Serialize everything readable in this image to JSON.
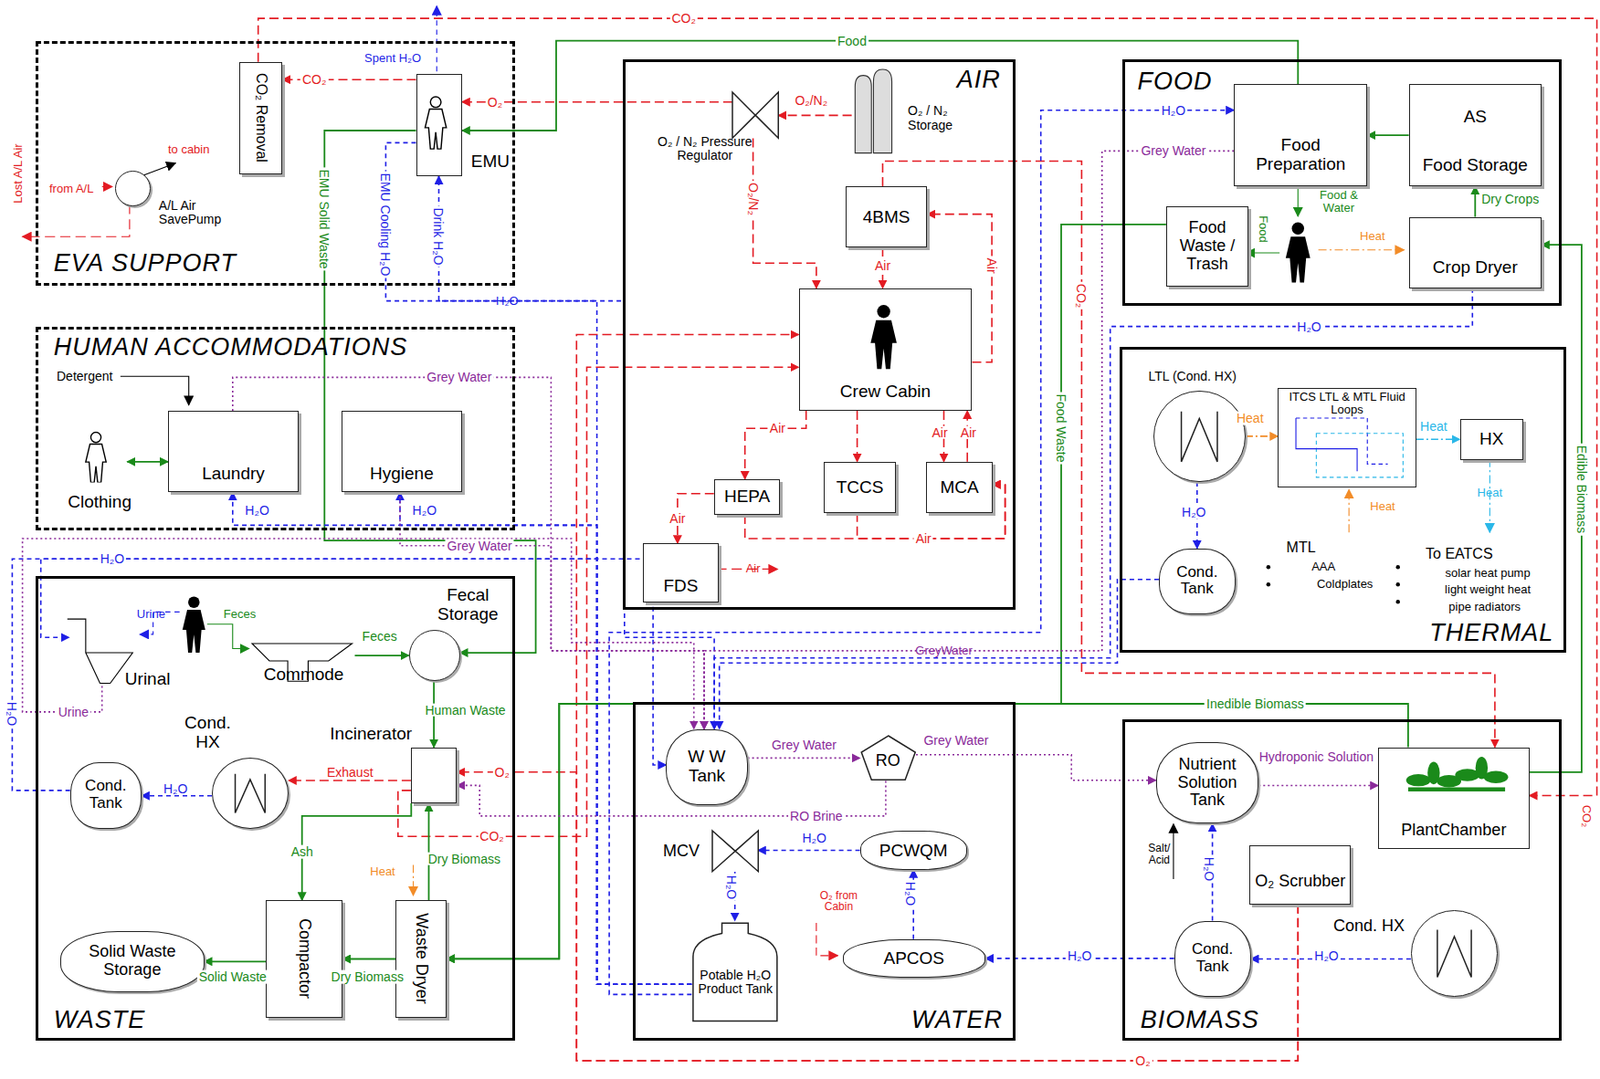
{
  "diagram": {
    "nodes": [
      {
        "text": [
          "EVA SUPPORT"
        ]
      },
      {
        "text": [
          "HUMAN ACCOMMODATIONS"
        ]
      },
      {
        "text": [
          "WASTE"
        ]
      },
      {
        "text": [
          "AIR"
        ]
      },
      {
        "text": [
          "FOOD"
        ]
      },
      {
        "text": [
          "THERMAL"
        ]
      },
      {
        "text": [
          "WATER"
        ]
      },
      {
        "text": [
          "BIOMASS"
        ]
      },
      {
        "text": [
          "CO₂ Removal"
        ],
        "in": 0
      },
      {
        "text": [
          "EMU"
        ],
        "in": 0
      },
      {
        "text": [
          "A/L Air SavePump"
        ],
        "in": 0
      },
      {
        "text": [
          "O₂ / N₂ Storage"
        ],
        "in": 3
      },
      {
        "text": [
          "O₂ / N₂ Pressure Regulator"
        ],
        "in": 3
      },
      {
        "text": [
          "4BMS"
        ],
        "in": 3
      },
      {
        "text": [
          "Crew Cabin"
        ],
        "in": 3
      },
      {
        "text": [
          "HEPA"
        ],
        "in": 3
      },
      {
        "text": [
          "TCCS"
        ],
        "in": 3
      },
      {
        "text": [
          "MCA"
        ],
        "in": 3
      },
      {
        "text": [
          "FDS"
        ],
        "in": 3
      },
      {
        "text": [
          "Food Preparation"
        ],
        "in": 4
      },
      {
        "text": [
          "AS",
          "Food Storage"
        ],
        "in": 4
      },
      {
        "text": [
          "Food Waste / Trash"
        ],
        "in": 4
      },
      {
        "text": [
          "Crop Dryer"
        ],
        "in": 4
      },
      {
        "text": [
          "LTL (Cond. HX)"
        ],
        "in": 5
      },
      {
        "text": [
          "ITCS LTL & MTL Fluid Loops"
        ],
        "in": 5
      },
      {
        "text": [
          "HX"
        ],
        "in": 5
      },
      {
        "text": [
          "Cond. Tank"
        ],
        "in": 5
      },
      {
        "text": [
          "Laundry"
        ],
        "in": 1
      },
      {
        "text": [
          "Hygiene"
        ],
        "in": 1
      },
      {
        "text": [
          "Clothing"
        ],
        "in": 1
      },
      {
        "text": [
          "Urinal"
        ],
        "in": 2
      },
      {
        "text": [
          "Commode"
        ],
        "in": 2
      },
      {
        "text": [
          "Fecal Storage"
        ],
        "in": 2
      },
      {
        "text": [
          "Incinerator"
        ],
        "in": 2
      },
      {
        "text": [
          "Cond. HX"
        ],
        "in": 2
      },
      {
        "text": [
          "Cond. Tank"
        ],
        "in": 2
      },
      {
        "text": [
          "Compactor"
        ],
        "in": 2
      },
      {
        "text": [
          "Waste Dryer"
        ],
        "in": 2
      },
      {
        "text": [
          "Solid Waste Storage"
        ],
        "in": 2
      },
      {
        "text": [
          "W W Tank"
        ],
        "in": 6
      },
      {
        "text": [
          "RO"
        ],
        "in": 6
      },
      {
        "text": [
          "PCWQM"
        ],
        "in": 6
      },
      {
        "text": [
          "MCV"
        ],
        "in": 6
      },
      {
        "text": [
          "Potable H₂O Product Tank"
        ],
        "in": 6
      },
      {
        "text": [
          "APCOS"
        ],
        "in": 6
      },
      {
        "text": [
          "Nutrient Solution Tank"
        ],
        "in": 7
      },
      {
        "text": [
          "PlantChamber"
        ],
        "in": 7
      },
      {
        "text": [
          "O₂ Scrubber"
        ],
        "in": 7
      },
      {
        "text": [
          "Cond. Tank"
        ],
        "in": 7
      },
      {
        "text": [
          "Cond. HX"
        ],
        "in": 7
      }
    ],
    "edges": [
      {
        "from": 11,
        "to": 12,
        "label": "O₂/N₂",
        "arrow": "to"
      },
      {
        "from": 12,
        "to": 14,
        "label": "O₂/N₂",
        "arrow": "to"
      },
      {
        "from": 12,
        "to": 9,
        "label": "O₂",
        "arrow": "to"
      },
      {
        "from": 9,
        "to": 8,
        "label": "CO₂",
        "arrow": "to"
      },
      {
        "from": 13,
        "to": 14,
        "label": "Air",
        "arrow": "to"
      },
      {
        "from": 14,
        "to": 13,
        "label": "Air",
        "arrow": "to"
      },
      {
        "from": 14,
        "to": 15,
        "label": "Air",
        "arrow": "to"
      },
      {
        "from": 14,
        "to": 16,
        "arrow": "to"
      },
      {
        "from": 14,
        "to": 17,
        "label": "Air",
        "arrow": "to"
      },
      {
        "from": 17,
        "to": 14,
        "label": "Air",
        "arrow": "to"
      },
      {
        "from": 15,
        "to": 18,
        "label": "Air",
        "arrow": "to"
      },
      {
        "from": 15,
        "to": 17,
        "label": "Air",
        "arrow": "to"
      },
      {
        "from": 16,
        "to": 17,
        "arrow": "to"
      },
      {
        "from": 47,
        "to": 14,
        "label": "O₂",
        "arrow": "to"
      },
      {
        "from": 47,
        "to": 33,
        "label": "O₂",
        "arrow": "to"
      },
      {
        "from": 8,
        "to": 46,
        "label": "CO₂",
        "arrow": "to"
      },
      {
        "from": 13,
        "to": 46,
        "label": "CO₂",
        "arrow": "to"
      },
      {
        "from": 33,
        "to": 34,
        "label": "Exhaust",
        "arrow": "to"
      },
      {
        "from": 33,
        "to": 14,
        "label": "CO₂",
        "arrow": "to"
      },
      {
        "from": 19,
        "to": 9,
        "label": "Food",
        "arrow": "to"
      },
      {
        "from": 9,
        "to": 32,
        "label": "EMU Solid Waste",
        "arrow": "to"
      },
      {
        "from": 31,
        "to": 32,
        "label": "Feces",
        "arrow": "to"
      },
      {
        "from": 32,
        "to": 33,
        "label": "Human Waste",
        "arrow": "to"
      },
      {
        "from": 37,
        "to": 33,
        "label": "Dry Biomass",
        "arrow": "to"
      },
      {
        "from": 33,
        "to": 36,
        "label": "Ash",
        "arrow": "to"
      },
      {
        "from": 37,
        "to": 36,
        "label": "Dry Biomass",
        "arrow": "to"
      },
      {
        "from": 36,
        "to": 38,
        "label": "Solid Waste",
        "arrow": "to"
      },
      {
        "from": 46,
        "to": 22,
        "label": "Edible Biomass",
        "arrow": "to"
      },
      {
        "from": 46,
        "to": 37,
        "label": "Inedible Biomass",
        "arrow": "to"
      },
      {
        "from": 21,
        "to": 37,
        "label": "Food Waste",
        "arrow": "to"
      },
      {
        "from": 22,
        "to": 20,
        "label": "Dry Crops",
        "arrow": "to"
      },
      {
        "from": 20,
        "to": 19,
        "arrow": "to"
      },
      {
        "from": 29,
        "to": 27,
        "arrow": "both"
      },
      {
        "from": 34,
        "to": 35,
        "label": "H₂O",
        "arrow": "to"
      },
      {
        "from": 35,
        "to": 39,
        "label": "H₂O",
        "arrow": "to"
      },
      {
        "from": 43,
        "to": 27,
        "label": "H₂O",
        "arrow": "to"
      },
      {
        "from": 43,
        "to": 28,
        "label": "H₂O",
        "arrow": "to"
      },
      {
        "from": 43,
        "to": 9,
        "label": "Drink H₂O",
        "arrow": "to"
      },
      {
        "from": 9,
        "to": 39,
        "label": "EMU Cooling H₂O",
        "arrow": "to"
      },
      {
        "from": 43,
        "to": 30,
        "label": "H₂O",
        "arrow": "to"
      },
      {
        "from": 43,
        "to": 19,
        "label": "H₂O",
        "arrow": "to"
      },
      {
        "from": 41,
        "to": 42,
        "label": "H₂O",
        "arrow": "to"
      },
      {
        "from": 42,
        "to": 43,
        "label": "H₂O",
        "arrow": "to"
      },
      {
        "from": 44,
        "to": 41,
        "label": "H₂O",
        "arrow": "to"
      },
      {
        "from": 48,
        "to": 44,
        "label": "H₂O",
        "arrow": "to"
      },
      {
        "from": 49,
        "to": 48,
        "label": "H₂O",
        "arrow": "to"
      },
      {
        "from": 48,
        "to": 45,
        "label": "H₂O",
        "arrow": "to"
      },
      {
        "from": 23,
        "to": 26,
        "label": "H₂O",
        "arrow": "to"
      },
      {
        "from": 22,
        "to": 39,
        "label": "H₂O",
        "arrow": "to"
      },
      {
        "from": 26,
        "to": 39,
        "arrow": "to"
      },
      {
        "from": 39,
        "to": 40,
        "label": "Grey Water",
        "arrow": "to"
      },
      {
        "from": 40,
        "to": 45,
        "label": "Grey Water",
        "arrow": "to"
      },
      {
        "from": 40,
        "to": 33,
        "label": "RO Brine",
        "arrow": "to"
      },
      {
        "from": 45,
        "to": 46,
        "label": "Hydroponic Solution",
        "arrow": "to"
      },
      {
        "from": 27,
        "to": 39,
        "label": "Grey Water",
        "arrow": "to"
      },
      {
        "from": 28,
        "to": 39,
        "label": "Grey Water",
        "arrow": "to"
      },
      {
        "from": 19,
        "to": 39,
        "label": "Grey Water",
        "arrow": "to"
      },
      {
        "from": 30,
        "to": 39,
        "label": "Urine",
        "arrow": "to"
      },
      {
        "from": 23,
        "to": 24,
        "label": "Heat",
        "arrow": "to"
      },
      {
        "from": 24,
        "to": 25,
        "label": "Heat",
        "arrow": "to"
      }
    ],
    "labels": [
      "Lost A/L Air",
      "from A/L",
      "to cabin",
      "Spent H₂O",
      "Detergent",
      "Air",
      "Food & Water",
      "Food",
      "Heat",
      "MTL",
      "AAA",
      "Coldplates",
      "To EATCS",
      "solar heat pump",
      "light weight heat",
      "pipe radiators",
      "Heat",
      "Heat",
      "Urine",
      "Feces",
      "Heat",
      "O₂ from Cabin",
      "Salt/ Acid",
      "H₂O",
      "GreyWater",
      "CO₂"
    ]
  }
}
